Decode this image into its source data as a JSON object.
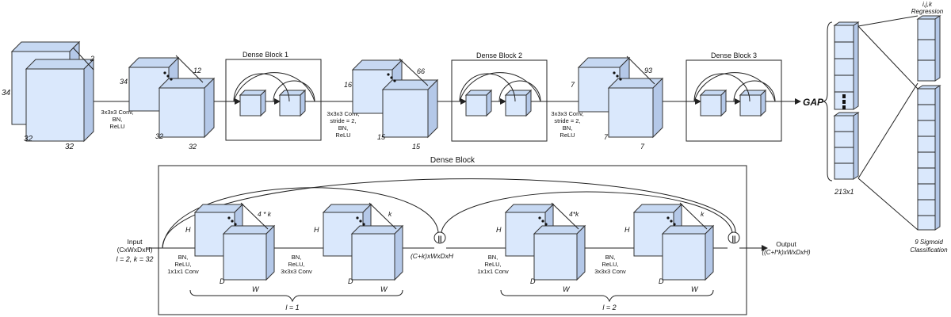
{
  "top": {
    "input_dims": [
      "2",
      "34",
      "32",
      "32"
    ],
    "conv1_label": [
      "3x3x3 Conv,",
      "BN,",
      "ReLU"
    ],
    "block1_dims": [
      "12",
      "34",
      "32",
      "32"
    ],
    "dense_block_1": "Dense Block 1",
    "conv2_label": [
      "3x3x3 Conv,",
      "stride = 2,",
      "BN,",
      "ReLU"
    ],
    "block2_dims": [
      "66",
      "16",
      "15",
      "15"
    ],
    "dense_block_2": "Dense Block 2",
    "conv3_label": [
      "3x3x3 Conv,",
      "stride = 2,",
      "BN,",
      "ReLU"
    ],
    "block3_dims": [
      "93",
      "7",
      "7",
      "7"
    ],
    "dense_block_3": "Dense Block 3",
    "gap": "GAP",
    "vector_size": "213x1",
    "regression": [
      "i,j,k",
      "Regression"
    ],
    "classification": [
      "9 Sigmoid",
      "Classification"
    ]
  },
  "detail": {
    "title": "Dense Block",
    "input": [
      "Input",
      "(CxWxDxH)",
      "l = 2, k = 32"
    ],
    "layer1_dims": [
      "4 * k",
      "H",
      "D",
      "W"
    ],
    "layer1_op": [
      "BN,",
      "ReLU,",
      "1x1x1 Conv"
    ],
    "layer2_dims": [
      "k",
      "H",
      "D",
      "W"
    ],
    "layer2_op": [
      "BN,",
      "ReLU,",
      "3x3x3 Conv"
    ],
    "mid_size": "(C+k)xWxDxH",
    "layer3_dims": [
      "4*k",
      "H",
      "D",
      "W"
    ],
    "layer3_op": [
      "BN,",
      "ReLU,",
      "1x1x1 Conv"
    ],
    "layer4_dims": [
      "k",
      "H",
      "D",
      "W"
    ],
    "layer4_op": [
      "BN,",
      "ReLU,",
      "3x3x3 Conv"
    ],
    "output": [
      "Output",
      "((C+l*k)xWxDxH)"
    ],
    "group1": "l = 1",
    "group2": "l = 2",
    "concat_symbol": "||"
  }
}
